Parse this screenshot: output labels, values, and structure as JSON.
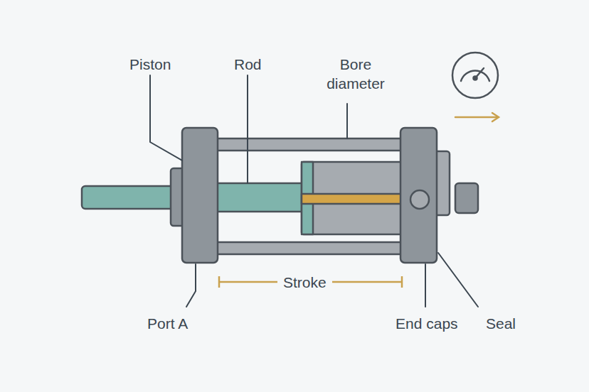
{
  "diagram": {
    "labels": [
      "Piston",
      "Rod",
      "Bore diameter",
      "Port A",
      "Stroke",
      "End caps",
      "Seal"
    ]
  }
}
